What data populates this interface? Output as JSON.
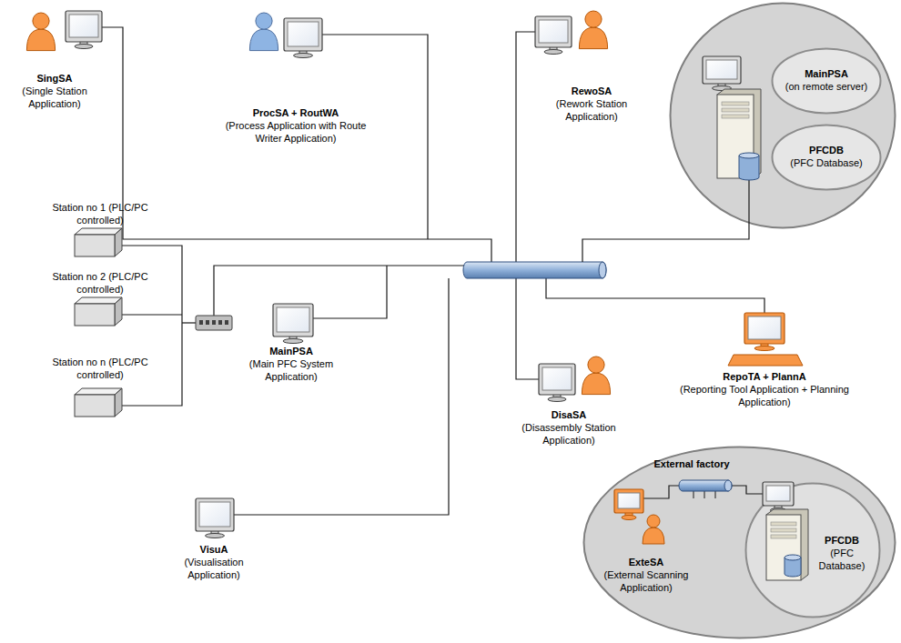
{
  "diagram": {
    "nodes": [
      {
        "text": [
          "SingSA",
          "(Single Station Application)"
        ]
      },
      {
        "text": [
          "ProcSA + RoutWA",
          "(Process Application with Route Writer Application)"
        ]
      },
      {
        "text": [
          "RewoSA",
          "(Rework Station Application)"
        ]
      },
      {
        "text": []
      },
      {
        "text": [
          "MainPSA",
          "(on remote server)"
        ],
        "in": 3
      },
      {
        "text": [
          "PFCDB",
          "(PFC Database)"
        ],
        "in": 3
      },
      {
        "text": [
          "Station no 1 (PLC/PC controlled)"
        ]
      },
      {
        "text": [
          "Station no 2 (PLC/PC controlled)"
        ]
      },
      {
        "text": [
          "Station no n (PLC/PC controlled)"
        ]
      },
      {
        "text": [
          "MainPSA",
          "(Main PFC System Application)"
        ]
      },
      {
        "text": [
          "DisaSA",
          "(Disassembly Station Application)"
        ]
      },
      {
        "text": [
          "RepoTA + PlannA",
          "(Reporting Tool Application + Planning Application)"
        ]
      },
      {
        "text": [
          "External factory"
        ]
      },
      {
        "text": [
          "PFCDB",
          "(PFC Database)"
        ],
        "in": 12
      },
      {
        "text": [
          "ExteSA",
          "(External Scanning Application)"
        ],
        "in": 12
      },
      {
        "text": [
          "VisuA",
          "(Visualisation Application)"
        ]
      }
    ]
  }
}
